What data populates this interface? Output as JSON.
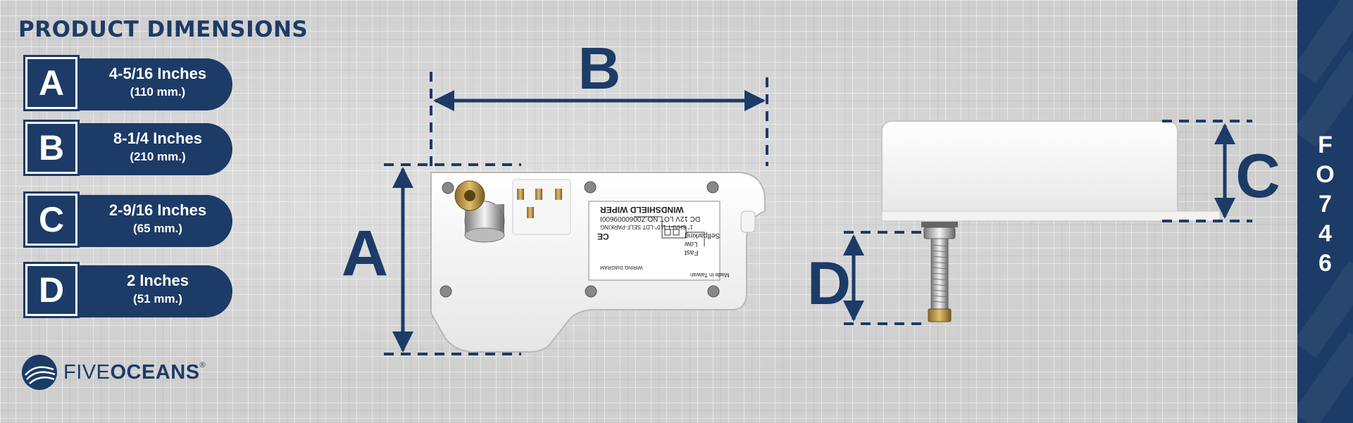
{
  "heading": "PRODUCT DIMENSIONS",
  "specs": [
    {
      "letter": "A",
      "inches": "4-5/16 Inches",
      "mm": "(110 mm.)"
    },
    {
      "letter": "B",
      "inches": "8-1/4 Inches",
      "mm": "(210 mm.)"
    },
    {
      "letter": "C",
      "inches": "2-9/16 Inches",
      "mm": "(65 mm.)"
    },
    {
      "letter": "D",
      "inches": "2 Inches",
      "mm": "(51 mm.)"
    }
  ],
  "brand": {
    "part1": "FIVE",
    "part2": "OCEANS",
    "mark": "®"
  },
  "product_code": [
    "F",
    "O",
    "7",
    "4",
    "6"
  ],
  "diagram_labels": {
    "a": "A",
    "b": "B",
    "c": "C",
    "d": "D"
  },
  "label_text": {
    "line1": "WINDSHIELD WIPER",
    "line2": "DC 12V   LOT NO:Z0060009600I",
    "line3": "1\" SHAFT  110°-LDT SELF-PARKING",
    "speeds": [
      "Selfparking",
      "Low",
      "Fast"
    ],
    "wiring": "WIRING DIAGRAM",
    "made": "Made in Taiwan",
    "ce": "CE"
  },
  "colors": {
    "navy": "#1c3b67",
    "white": "#ffffff",
    "background": "#cfcfcf"
  }
}
